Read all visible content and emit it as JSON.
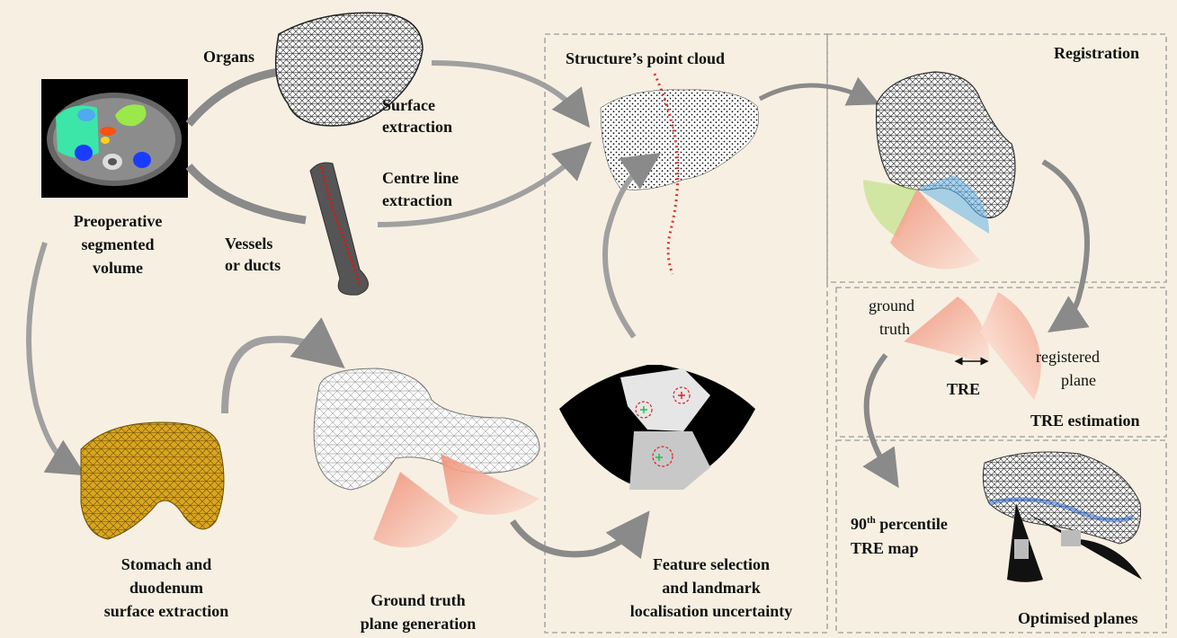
{
  "labels": {
    "organs": "Organs",
    "surface_extraction_1": "Surface",
    "surface_extraction_2": "extraction",
    "centre_line_1": "Centre line",
    "centre_line_2": "extraction",
    "vessels_1": "Vessels",
    "vessels_2": "or ducts",
    "preop_1": "Preoperative",
    "preop_2": "segmented",
    "preop_3": "volume",
    "point_cloud": "Structure’s point cloud",
    "registration": "Registration",
    "ground_truth_1": "ground",
    "ground_truth_2": "truth",
    "registered_1": "registered",
    "registered_2": "plane",
    "tre": "TRE",
    "tre_estimation": "TRE estimation",
    "percentile_num": "90",
    "percentile_sup": "th",
    "percentile_rest": " percentile",
    "tre_map": "TRE map",
    "optimised": "Optimised planes",
    "stomach_1": "Stomach and",
    "stomach_2": "duodenum",
    "stomach_3": "surface extraction",
    "gt_plane_1": "Ground truth",
    "gt_plane_2": "plane generation",
    "feature_1": "Feature selection",
    "feature_2": "and landmark",
    "feature_3": "localisation uncertainty"
  },
  "colors": {
    "background": "#f7f0e2",
    "arrow": "#8a8a8a",
    "dashed_box": "#a8a8a8",
    "mesh": "#222222",
    "plane": "#ef8f76",
    "stomach": "#d9a520",
    "ct_liver": "#3ce6a8",
    "ct_spleen": "#9be84a"
  }
}
